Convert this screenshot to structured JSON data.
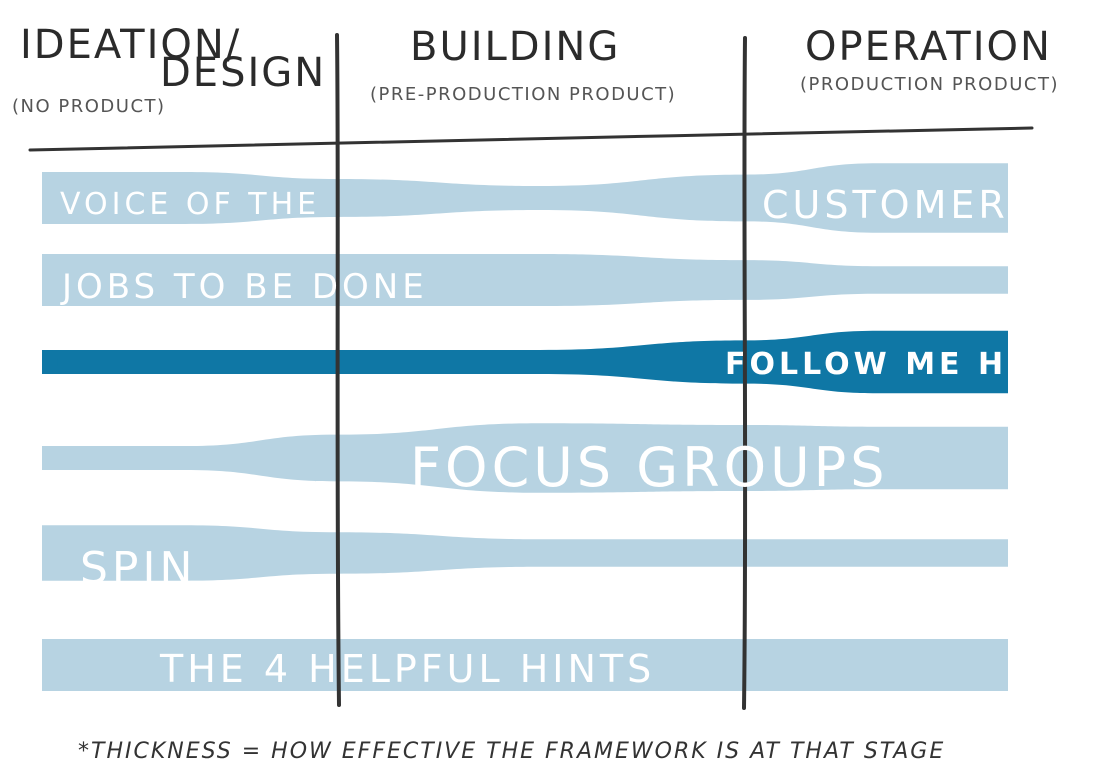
{
  "columns": [
    {
      "title_lines": [
        "IDEATION/",
        "DESIGN"
      ],
      "subtitle": "(NO PRODUCT)"
    },
    {
      "title_lines": [
        "BUILDING"
      ],
      "subtitle": "(PRE-PRODUCTION PRODUCT)"
    },
    {
      "title_lines": [
        "OPERATION"
      ],
      "subtitle": "(PRODUCTION PRODUCT)"
    }
  ],
  "frameworks": [
    {
      "label": "VOICE OF THE CUSTOMER",
      "label_parts": [
        "VOICE OF THE",
        "CUSTOMER"
      ],
      "highlight": false,
      "effectiveness": [
        0.6,
        0.2,
        0.85
      ]
    },
    {
      "label": "JOBS TO BE DONE",
      "highlight": false,
      "effectiveness": [
        0.6,
        0.6,
        0.25
      ]
    },
    {
      "label": "FOLLOW ME HOME",
      "highlight": true,
      "effectiveness": [
        0.2,
        0.2,
        0.75
      ]
    },
    {
      "label": "FOCUS GROUPS",
      "highlight": false,
      "effectiveness": [
        0.2,
        0.85,
        0.75
      ]
    },
    {
      "label": "SPIN",
      "highlight": false,
      "effectiveness": [
        0.65,
        0.25,
        0.25
      ]
    },
    {
      "label": "THE 4 HELPFUL HINTS",
      "highlight": false,
      "effectiveness": [
        0.6,
        0.6,
        0.6
      ]
    }
  ],
  "colors": {
    "band": "#b7d3e2",
    "highlight": "#0f77a5",
    "line": "#333333",
    "text_on_band": "#ffffff"
  },
  "footnote": "*THICKNESS = HOW EFFECTIVE THE FRAMEWORK IS AT THAT STAGE"
}
